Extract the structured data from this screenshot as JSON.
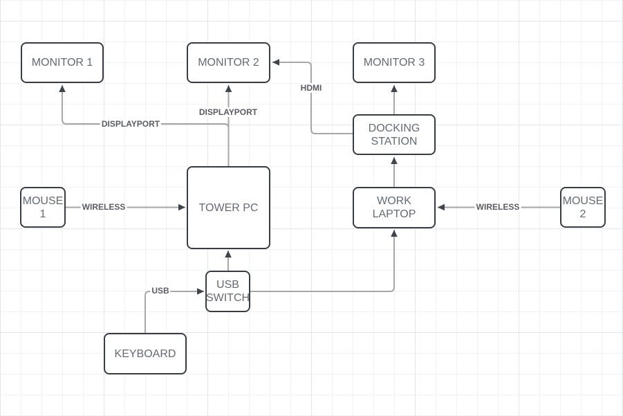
{
  "diagram": {
    "title": "workstation-connection-diagram",
    "colors": {
      "canvas_background": "#ffffff",
      "grid_minor": "#f2f2f3",
      "grid_major": "#e4e5e7",
      "node_border": "#363d46",
      "node_fill": "#ffffff",
      "node_text": "#636a73",
      "edge_line": "#a5a7ab",
      "arrowhead": "#3e444c",
      "edge_label_text": "#585d64",
      "edge_label_background": "#ffffff"
    },
    "nodes": {
      "monitor1": {
        "lines": [
          "MONITOR 1"
        ]
      },
      "monitor2": {
        "lines": [
          "MONITOR 2"
        ]
      },
      "monitor3": {
        "lines": [
          "MONITOR 3"
        ]
      },
      "docking_station": {
        "lines": [
          "DOCKING",
          "STATION"
        ]
      },
      "tower_pc": {
        "lines": [
          "TOWER PC"
        ]
      },
      "work_laptop": {
        "lines": [
          "WORK",
          "LAPTOP"
        ]
      },
      "mouse1": {
        "lines": [
          "MOUSE",
          "1"
        ]
      },
      "mouse2": {
        "lines": [
          "MOUSE",
          "2"
        ]
      },
      "usb_switch": {
        "lines": [
          "USB",
          "SWITCH"
        ]
      },
      "keyboard": {
        "lines": [
          "KEYBOARD"
        ]
      }
    },
    "edges": [
      {
        "from": "TOWER PC",
        "to": "MONITOR 1",
        "label": "DISPLAYPORT"
      },
      {
        "from": "TOWER PC",
        "to": "MONITOR 2",
        "label": "DISPLAYPORT"
      },
      {
        "from": "DOCKING STATION",
        "to": "MONITOR 2",
        "label": "HDMI"
      },
      {
        "from": "DOCKING STATION",
        "to": "MONITOR 3",
        "label": ""
      },
      {
        "from": "WORK LAPTOP",
        "to": "DOCKING STATION",
        "label": ""
      },
      {
        "from": "MOUSE 1",
        "to": "TOWER PC",
        "label": "WIRELESS"
      },
      {
        "from": "MOUSE 2",
        "to": "WORK LAPTOP",
        "label": "WIRELESS"
      },
      {
        "from": "KEYBOARD",
        "to": "USB SWITCH",
        "label": "USB"
      },
      {
        "from": "USB SWITCH",
        "to": "TOWER PC",
        "label": ""
      },
      {
        "from": "USB SWITCH",
        "to": "WORK LAPTOP",
        "label": ""
      }
    ]
  }
}
